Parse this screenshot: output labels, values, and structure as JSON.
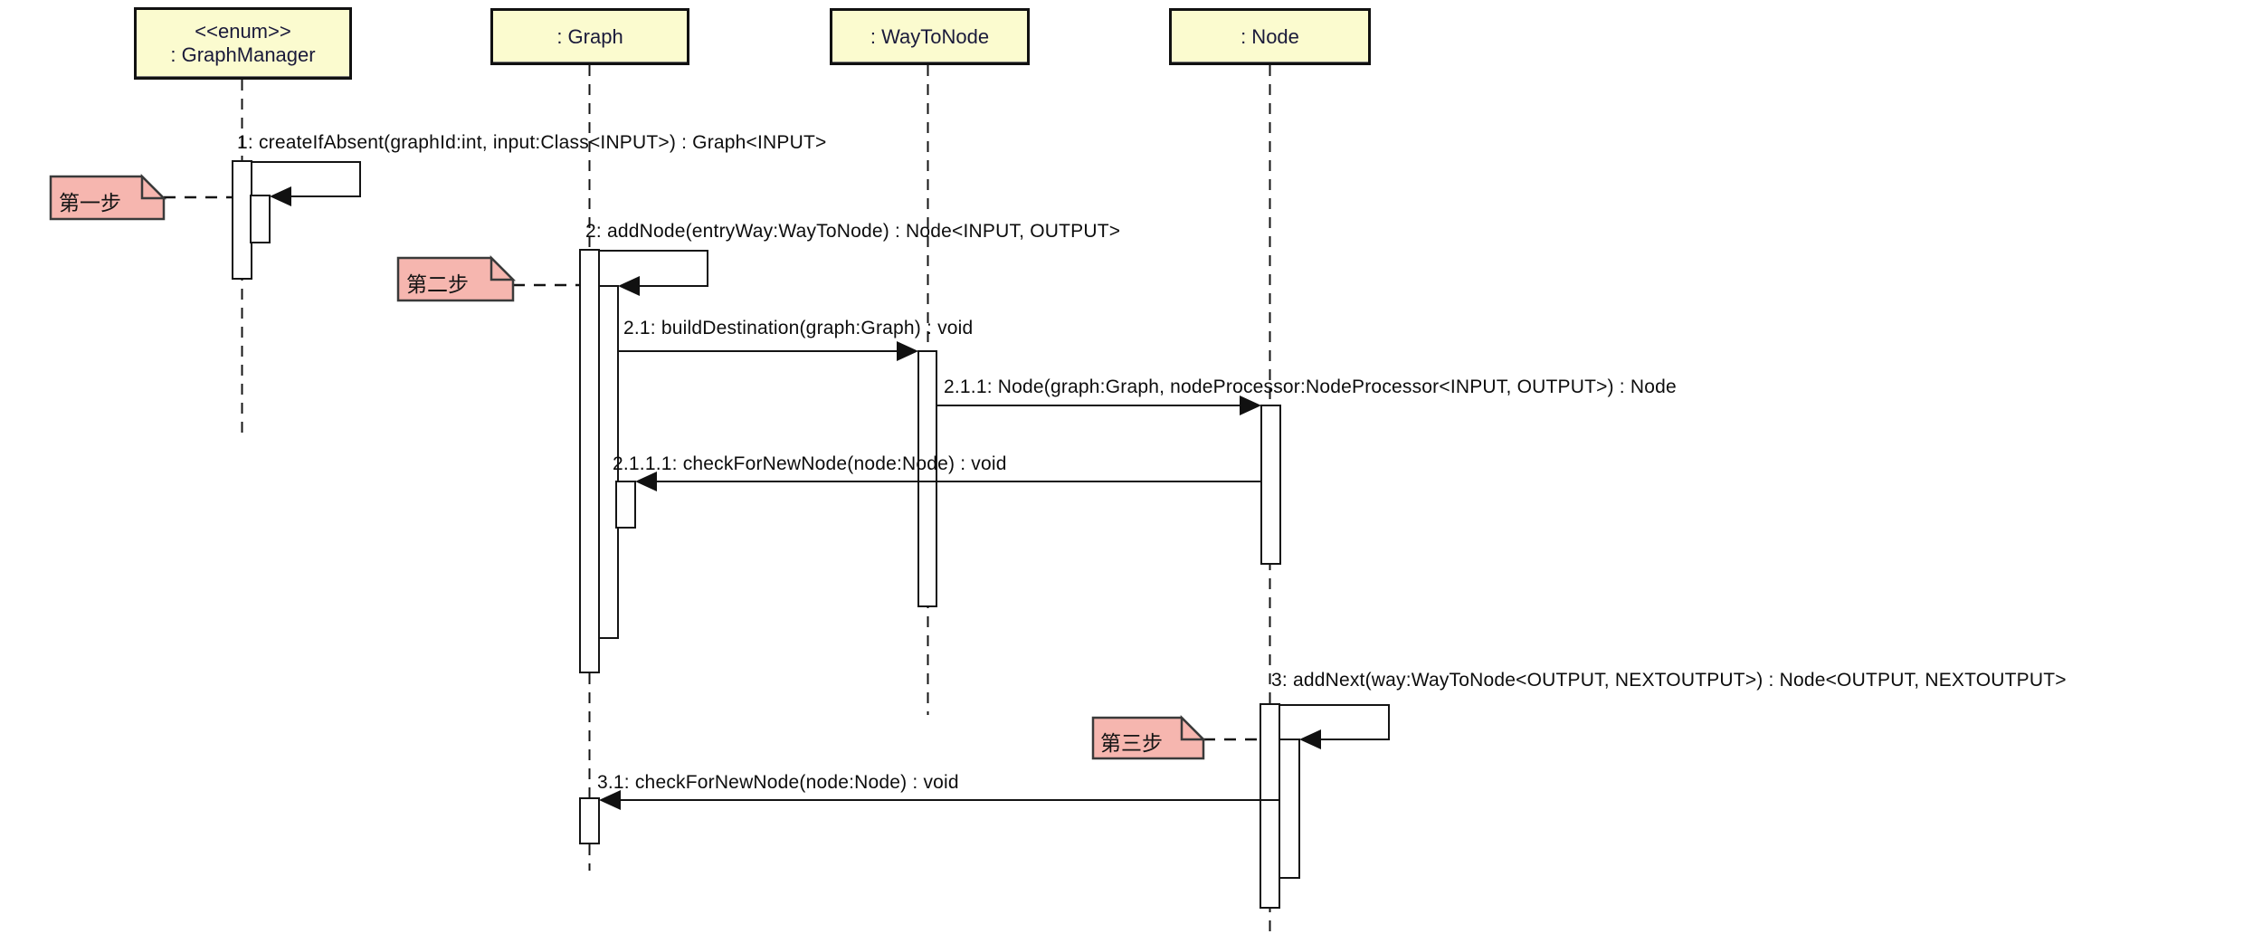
{
  "diagram": {
    "type": "uml-sequence",
    "background": "#ffffff"
  },
  "palette": {
    "lifeline_box_fill": "#fbfbcf",
    "lifeline_box_border": "#111111",
    "note_fill": "#f6b6af",
    "note_border": "#3a3a3a",
    "line_color": "#141414",
    "activation_fill": "#fefefe"
  },
  "lifelines": [
    {
      "id": "graph-manager",
      "stereotype": "<<enum>>",
      "label": ": GraphManager"
    },
    {
      "id": "graph",
      "label": ": Graph"
    },
    {
      "id": "way-to-node",
      "label": ": WayToNode"
    },
    {
      "id": "node",
      "label": ": Node"
    }
  ],
  "messages": [
    {
      "label": "1: createIfAbsent(graphId:int, input:Class<INPUT>) : Graph<INPUT>",
      "from": "graph-manager",
      "to": "graph-manager"
    },
    {
      "label": "2: addNode(entryWay:WayToNode) : Node<INPUT, OUTPUT>",
      "from": "graph",
      "to": "graph"
    },
    {
      "label": "2.1: buildDestination(graph:Graph) : void",
      "from": "graph",
      "to": "way-to-node"
    },
    {
      "label": "2.1.1: Node(graph:Graph, nodeProcessor:NodeProcessor<INPUT, OUTPUT>) : Node",
      "from": "way-to-node",
      "to": "node"
    },
    {
      "label": "2.1.1.1: checkForNewNode(node:Node) : void",
      "from": "node",
      "to": "graph"
    },
    {
      "label": "3: addNext(way:WayToNode<OUTPUT, NEXTOUTPUT>) : Node<OUTPUT, NEXTOUTPUT>",
      "from": "node",
      "to": "node"
    },
    {
      "label": "3.1: checkForNewNode(node:Node) : void",
      "from": "node",
      "to": "graph"
    }
  ],
  "notes": [
    {
      "label": "第一步",
      "attached_to": "message-1"
    },
    {
      "label": "第二步",
      "attached_to": "message-2"
    },
    {
      "label": "第三步",
      "attached_to": "message-3"
    }
  ]
}
